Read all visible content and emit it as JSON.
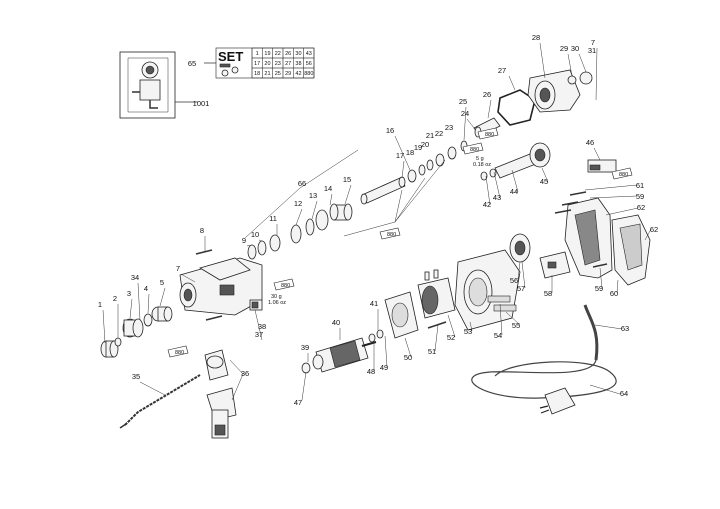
{
  "set_table": {
    "title": "SET",
    "rows": [
      [
        "1",
        "19",
        "22",
        "26",
        "30",
        "43"
      ],
      [
        "17",
        "20",
        "23",
        "27",
        "38",
        "56"
      ],
      [
        "18",
        "21",
        "25",
        "29",
        "42",
        "880"
      ]
    ]
  },
  "callouts": [
    {
      "id": "p1",
      "text": "1"
    },
    {
      "id": "p2",
      "text": "2"
    },
    {
      "id": "p3",
      "text": "3"
    },
    {
      "id": "p4",
      "text": "4"
    },
    {
      "id": "p5",
      "text": "5"
    },
    {
      "id": "p7",
      "text": "7"
    },
    {
      "id": "p8",
      "text": "8"
    },
    {
      "id": "p9",
      "text": "9"
    },
    {
      "id": "p10",
      "text": "10"
    },
    {
      "id": "p11",
      "text": "11"
    },
    {
      "id": "p12",
      "text": "12"
    },
    {
      "id": "p13",
      "text": "13"
    },
    {
      "id": "p14",
      "text": "14"
    },
    {
      "id": "p15",
      "text": "15"
    },
    {
      "id": "p16",
      "text": "16"
    },
    {
      "id": "p17",
      "text": "17"
    },
    {
      "id": "p18",
      "text": "18"
    },
    {
      "id": "p19",
      "text": "19"
    },
    {
      "id": "p20",
      "text": "20"
    },
    {
      "id": "p21",
      "text": "21"
    },
    {
      "id": "p22",
      "text": "22"
    },
    {
      "id": "p23",
      "text": "23"
    },
    {
      "id": "p24",
      "text": "24"
    },
    {
      "id": "p25",
      "text": "25"
    },
    {
      "id": "p26",
      "text": "26"
    },
    {
      "id": "p27",
      "text": "27"
    },
    {
      "id": "p28",
      "text": "28"
    },
    {
      "id": "p29",
      "text": "29"
    },
    {
      "id": "p30",
      "text": "30"
    },
    {
      "id": "p7b",
      "text": "7"
    },
    {
      "id": "p31",
      "text": "31"
    },
    {
      "id": "p34",
      "text": "34"
    },
    {
      "id": "p35",
      "text": "35"
    },
    {
      "id": "p36",
      "text": "36"
    },
    {
      "id": "p37",
      "text": "37"
    },
    {
      "id": "p38",
      "text": "38"
    },
    {
      "id": "p39",
      "text": "39"
    },
    {
      "id": "p40",
      "text": "40"
    },
    {
      "id": "p41",
      "text": "41"
    },
    {
      "id": "p42",
      "text": "42"
    },
    {
      "id": "p43",
      "text": "43"
    },
    {
      "id": "p44",
      "text": "44"
    },
    {
      "id": "p45",
      "text": "45"
    },
    {
      "id": "p46",
      "text": "46"
    },
    {
      "id": "p47",
      "text": "47"
    },
    {
      "id": "p48",
      "text": "48"
    },
    {
      "id": "p49",
      "text": "49"
    },
    {
      "id": "p50",
      "text": "50"
    },
    {
      "id": "p51",
      "text": "51"
    },
    {
      "id": "p52",
      "text": "52"
    },
    {
      "id": "p53",
      "text": "53"
    },
    {
      "id": "p54",
      "text": "54"
    },
    {
      "id": "p55",
      "text": "55"
    },
    {
      "id": "p56",
      "text": "56"
    },
    {
      "id": "p57",
      "text": "57"
    },
    {
      "id": "p58",
      "text": "58"
    },
    {
      "id": "p59",
      "text": "59"
    },
    {
      "id": "p59b",
      "text": "59"
    },
    {
      "id": "p60",
      "text": "60"
    },
    {
      "id": "p61",
      "text": "61"
    },
    {
      "id": "p62",
      "text": "62"
    },
    {
      "id": "p62b",
      "text": "62"
    },
    {
      "id": "p63",
      "text": "63"
    },
    {
      "id": "p64",
      "text": "64"
    },
    {
      "id": "p65",
      "text": "65"
    },
    {
      "id": "p66",
      "text": "66"
    },
    {
      "id": "p1001",
      "text": "1001"
    }
  ],
  "notes": {
    "grease_small_1": "5 g",
    "grease_small_2": "0.18 oz",
    "grease_large_1": "30 g",
    "grease_large_2": "1.06 oz"
  },
  "tags": {
    "lube": "880"
  }
}
